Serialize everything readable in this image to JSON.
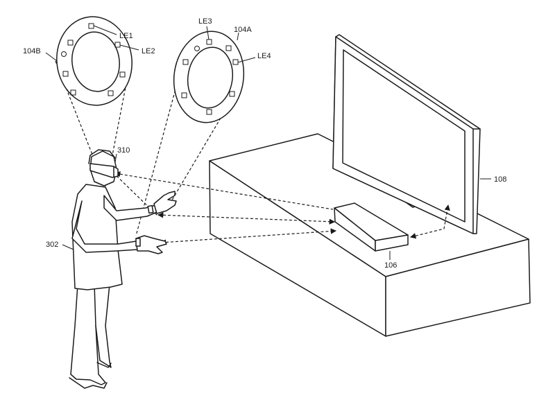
{
  "labels": {
    "le1": "LE1",
    "le2": "LE2",
    "le3": "LE3",
    "le4": "LE4",
    "ref_104a": "104A",
    "ref_104b": "104B",
    "ref_310": "310",
    "ref_302": "302",
    "ref_106": "106",
    "ref_108": "108"
  }
}
